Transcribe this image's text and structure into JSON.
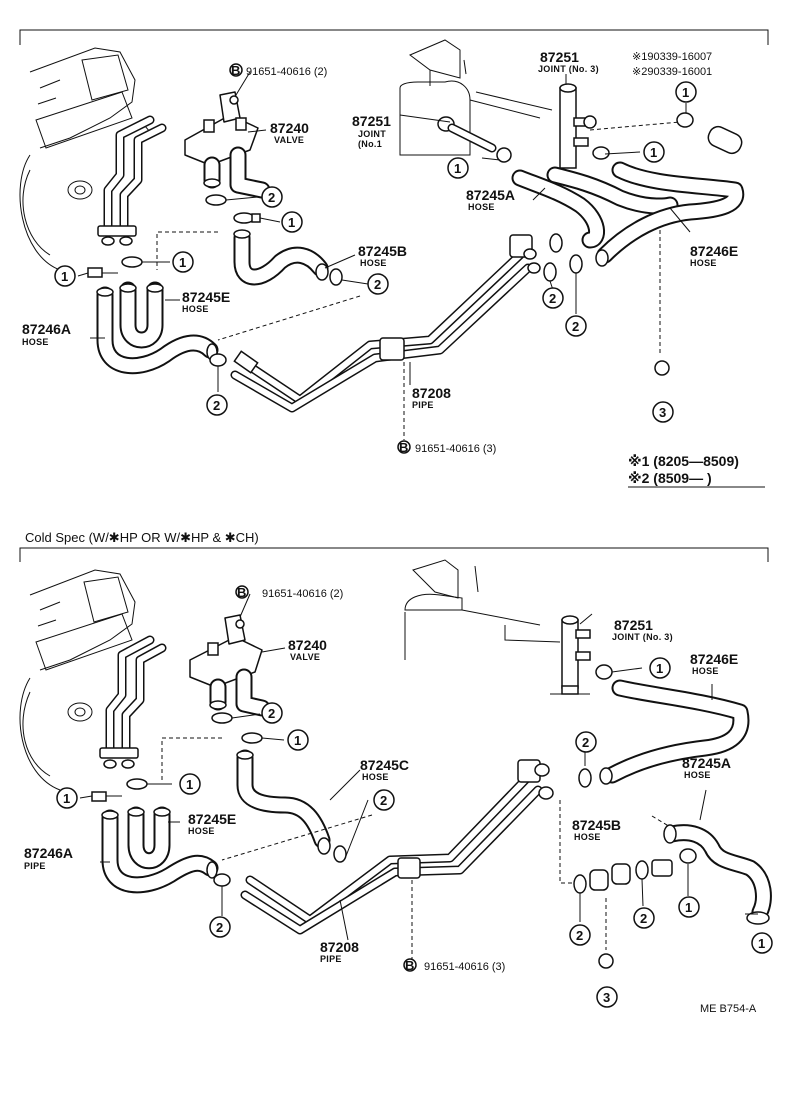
{
  "top": {
    "labels": {
      "bolt_top": "91651-40616 (2)",
      "valve_no": "87240",
      "valve_name": "VALVE",
      "joint1_no": "87251",
      "joint1_name": "JOINT",
      "joint1_sub": "(No.1",
      "joint3_no": "87251",
      "joint3_name": "JOINT (No. 3)",
      "alt1": "※190339-16007",
      "alt2": "※290339-16001",
      "hose_a_no": "87245A",
      "hose_a_name": "HOSE",
      "hose_e_right_no": "87246E",
      "hose_e_right_name": "HOSE",
      "hose_b_no": "87245B",
      "hose_b_name": "HOSE",
      "hose_e_no": "87245E",
      "hose_e_name": "HOSE",
      "hose_a_left_no": "87246A",
      "hose_a_left_name": "HOSE",
      "pipe_no": "87208",
      "pipe_name": "PIPE",
      "bolt_bottom": "91651-40616 (3)",
      "note1": "※1 (8205—8509)",
      "note2": "※2 (8509—        )"
    }
  },
  "section_title": "Cold Spec (W/✱HP OR W/✱HP & ✱CH)",
  "bottom": {
    "labels": {
      "bolt_top": "91651-40616 (2)",
      "valve_no": "87240",
      "valve_name": "VALVE",
      "joint3_no": "87251",
      "joint3_name": "JOINT (No. 3)",
      "hose_e_right_no": "87246E",
      "hose_e_right_name": "HOSE",
      "hose_a_no": "87245A",
      "hose_a_name": "HOSE",
      "hose_c_no": "87245C",
      "hose_c_name": "HOSE",
      "hose_e_no": "87245E",
      "hose_e_name": "HOSE",
      "pipe_a_no": "87246A",
      "pipe_a_name": "PIPE",
      "hose_b_no": "87245B",
      "hose_b_name": "HOSE",
      "pipe_no": "87208",
      "pipe_name": "PIPE",
      "bolt_bottom": "91651-40616 (3)"
    }
  },
  "callouts": {
    "one": "1",
    "two": "2",
    "three": "3",
    "bolt": "B"
  },
  "footer_code": "ME B754-A"
}
